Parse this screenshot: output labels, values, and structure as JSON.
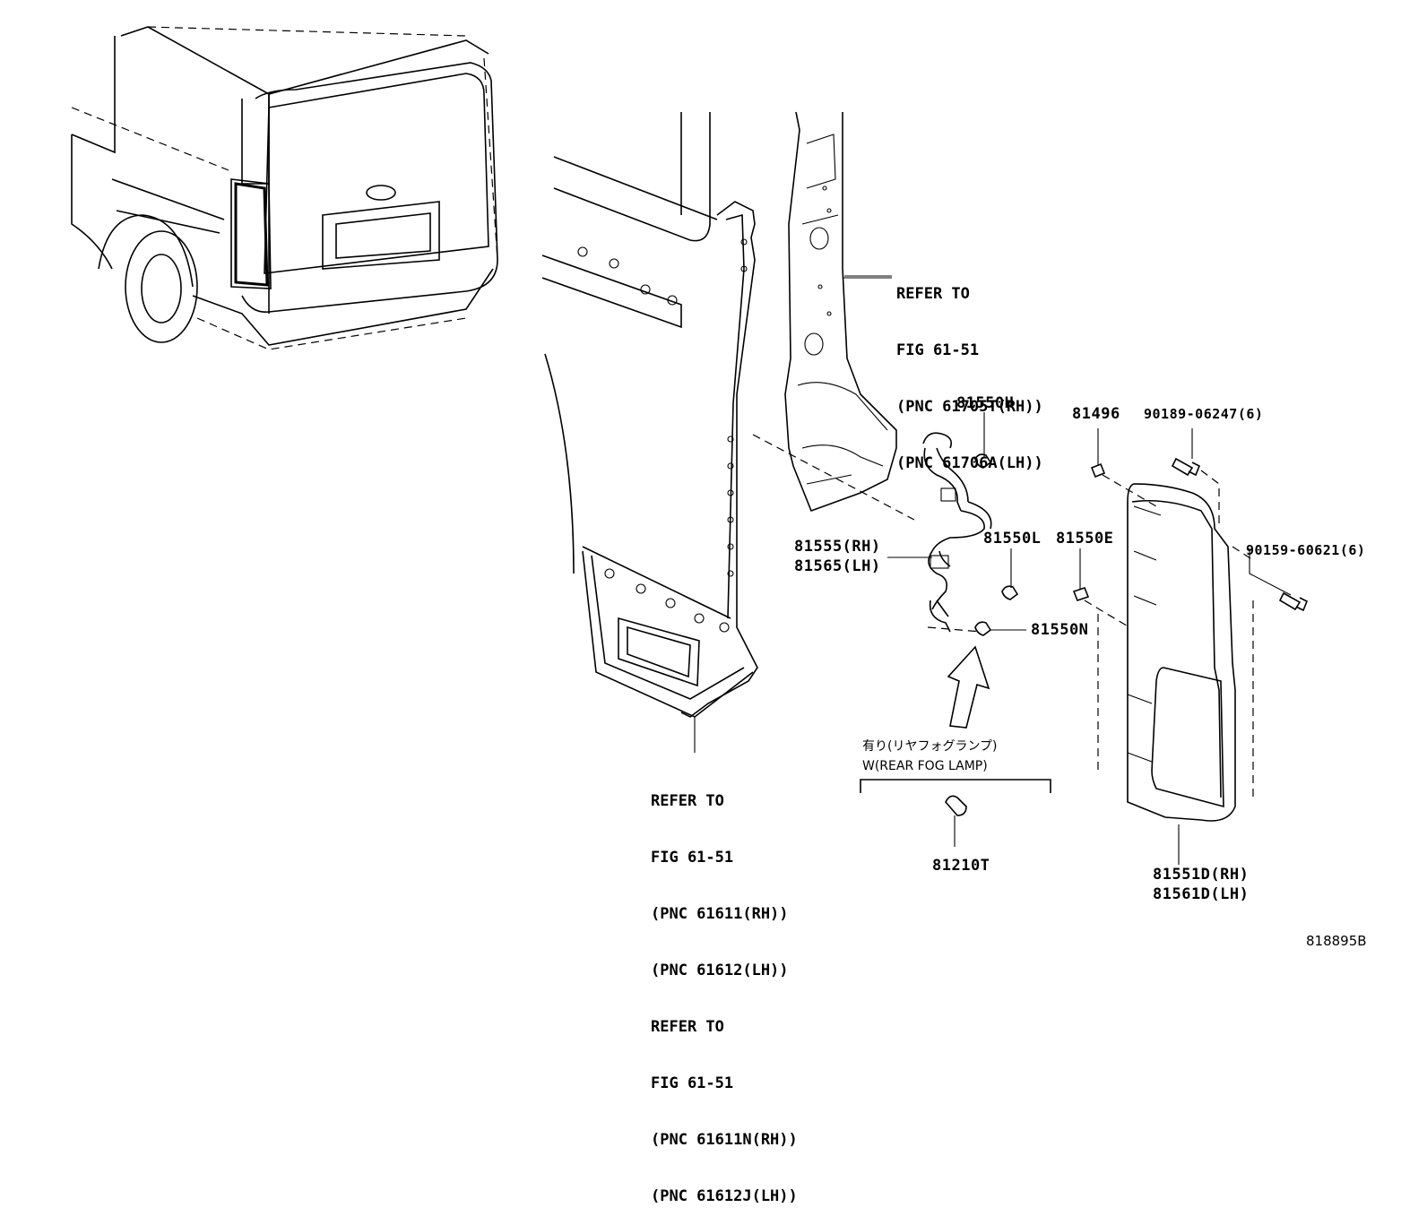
{
  "diagram": {
    "ref_upper": [
      "REFER TO",
      "FIG 61-51",
      "(PNC 61705T(RH))",
      "(PNC 61706A(LH))"
    ],
    "ref_lower": [
      "REFER TO",
      "FIG 61-51",
      "(PNC 61611(RH))",
      "(PNC 61612(LH))",
      "REFER TO",
      "FIG 61-51",
      "(PNC 61611N(RH))",
      "(PNC 61612J(LH))"
    ],
    "parts": {
      "p81550H": "81550H",
      "p81496": "81496",
      "p90189": "90189-06247(6)",
      "p81555": "81555(RH)",
      "p81565": "81565(LH)",
      "p81550L": "81550L",
      "p81550E": "81550E",
      "p90159": "90159-60621(6)",
      "p81550N": "81550N",
      "p81210T": "81210T",
      "p81551D": "81551D(RH)",
      "p81561D": "81561D(LH)"
    },
    "fog_note_jp": "有り(リヤフォグランプ)",
    "fog_note_en": "W(REAR FOG LAMP)",
    "figure_id": "818895B"
  }
}
